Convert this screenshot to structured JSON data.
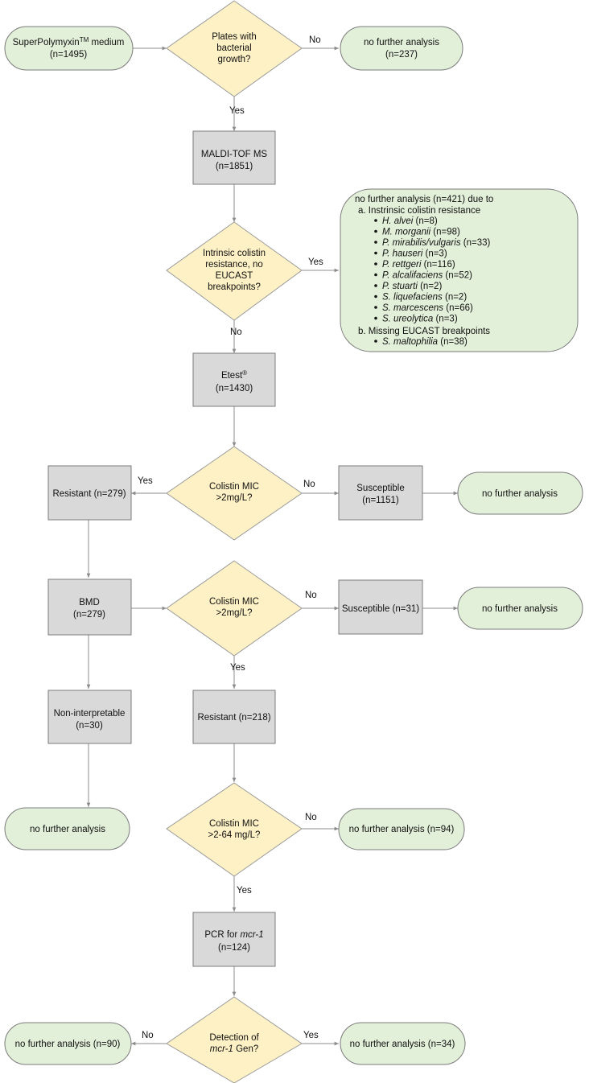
{
  "colors": {
    "terminal_fill": "#e2efd9",
    "terminal_stroke": "#7b7b7b",
    "process_fill": "#d9d9d9",
    "process_stroke": "#7b7b7b",
    "decision_fill": "#fdf1c5",
    "decision_stroke": "#9a9a9a",
    "connector": "#8c8c8c",
    "text": "#111111"
  },
  "nodes": {
    "start": {
      "line1_main": "SuperPolymyxin",
      "line1_sup": "TM",
      "line1_rest": " medium",
      "line2": "(n=1495)"
    },
    "no_growth": {
      "line1": "no further analysis",
      "line2": "(n=237)"
    },
    "d_growth": {
      "line1": "Plates with",
      "line2": "bacterial",
      "line3": "growth?"
    },
    "maldi": {
      "line1": "MALDI-TOF MS",
      "line2": "(n=1851)"
    },
    "d_intrinsic": {
      "line1": "Intrinsic colistin",
      "line2": "resistance, no",
      "line3": "EUCAST",
      "line4": "breakpoints?"
    },
    "excluded": {
      "heading": "no further analysis (n=421) due to",
      "section_a": "a. Instrinsic colistin resistance",
      "species": [
        {
          "name": "H. alvei",
          "count": " (n=8)"
        },
        {
          "name": "M. morganii",
          "count": " (n=98)"
        },
        {
          "name": "P. mirabilis/vulgaris",
          "count": " (n=33)"
        },
        {
          "name": "P. hauseri",
          "count": " (n=3)"
        },
        {
          "name": "P. rettgeri",
          "count": " (n=116)"
        },
        {
          "name": "P. alcalifaciens",
          "count": " (n=52)"
        },
        {
          "name": "P. stuarti",
          "count": " (n=2)"
        },
        {
          "name": "S. liquefaciens",
          "count": " (n=2)"
        },
        {
          "name": "S. marcescens",
          "count": " (n=66)"
        },
        {
          "name": "S. ureolytica",
          "count": " (n=3)"
        }
      ],
      "section_b": "b. Missing EUCAST breakpoints",
      "species_b": [
        {
          "name": "S. maltophilia",
          "count": " (n=38)"
        }
      ]
    },
    "etest": {
      "line1_main": "Etest",
      "line1_sup": "®",
      "line2": "(n=1430)"
    },
    "d_mic1": {
      "line1": "Colistin MIC",
      "line2": ">2mg/L?"
    },
    "resistant1": {
      "line1": "Resistant (n=279)"
    },
    "susceptible1": {
      "line1": "Susceptible",
      "line2": "(n=1151)"
    },
    "nfa1": {
      "line1": "no further analysis"
    },
    "bmd": {
      "line1": "BMD",
      "line2": "(n=279)"
    },
    "d_mic2": {
      "line1": "Colistin MIC",
      "line2": ">2mg/L?"
    },
    "susceptible2": {
      "line1": "Susceptible (n=31)"
    },
    "nfa2": {
      "line1": "no further analysis"
    },
    "noninterp": {
      "line1": "Non-interpretable",
      "line2": "(n=30)"
    },
    "resistant2": {
      "line1": "Resistant (n=218)"
    },
    "nfa3": {
      "line1": "no further analysis"
    },
    "d_mic3": {
      "line1": "Colistin MIC",
      "line2": ">2-64 mg/L?"
    },
    "nfa4": {
      "line1": "no further analysis (n=94)"
    },
    "pcr": {
      "line1_main": "PCR for ",
      "line1_ital": "mcr-1",
      "line2": "(n=124)"
    },
    "d_detect": {
      "line1": "Detection of",
      "line2_ital": "mcr-1",
      "line2_rest": " Gen?"
    },
    "nfa5": {
      "line1": "no further analysis (n=90)"
    },
    "nfa6": {
      "line1": "no further analysis (n=34)"
    }
  },
  "edge_labels": {
    "growth_no": "No",
    "growth_yes": "Yes",
    "intrinsic_yes": "Yes",
    "intrinsic_no": "No",
    "mic1_yes": "Yes",
    "mic1_no": "No",
    "mic2_no": "No",
    "mic2_yes": "Yes",
    "mic3_no": "No",
    "mic3_yes": "Yes",
    "detect_no": "No",
    "detect_yes": "Yes"
  }
}
